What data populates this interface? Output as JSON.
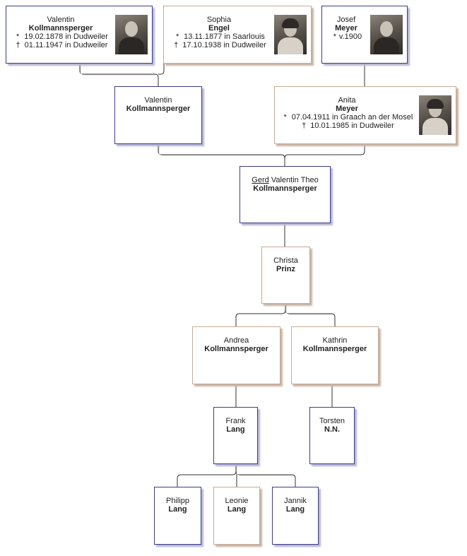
{
  "diagram": {
    "type": "family-tree-ancestors-descendants",
    "colors": {
      "male_border": "#3c3c8c",
      "female_border": "#c8aa96",
      "connector": "#333333"
    }
  },
  "persons": {
    "valentin_sr": {
      "first": "Valentin",
      "last": "Kollmannsperger",
      "sex": "male",
      "birth": "19.02.1878 in Dudweiler",
      "death": "01.11.1947 in Dudweiler",
      "photo": "portrait-photo"
    },
    "sophia": {
      "first": "Sophia",
      "last": "Engel",
      "sex": "female",
      "birth": "13.11.1877 in Saarlouis",
      "death": "17.10.1938 in Dudweiler",
      "photo": "portrait-photo"
    },
    "josef": {
      "first": "Josef",
      "last": "Meyer",
      "sex": "male",
      "birth": "v.1900",
      "photo": "portrait-photo"
    },
    "valentin_jr": {
      "first": "Valentin",
      "last": "Kollmannsperger",
      "sex": "male"
    },
    "anita": {
      "first": "Anita",
      "last": "Meyer",
      "sex": "female",
      "birth": "07.04.1911 in Graach an der Mosel",
      "death": "10.01.1985 in Dudweiler",
      "photo": "portrait-photo"
    },
    "gerd": {
      "first_called": "Gerd",
      "first_rest": " Valentin Theo",
      "last": "Kollmannsperger",
      "sex": "male"
    },
    "christa": {
      "first": "Christa",
      "last": "Prinz",
      "sex": "female"
    },
    "andrea": {
      "first": "Andrea",
      "last": "Kollmannsperger",
      "sex": "female"
    },
    "kathrin": {
      "first": "Kathrin",
      "last": "Kollmannsperger",
      "sex": "female"
    },
    "frank": {
      "first": "Frank",
      "last": "Lang",
      "sex": "male"
    },
    "torsten": {
      "first": "Torsten",
      "last": "N.N.",
      "sex": "male"
    },
    "philipp": {
      "first": "Philipp",
      "last": "Lang",
      "sex": "male"
    },
    "leonie": {
      "first": "Leonie",
      "last": "Lang",
      "sex": "female"
    },
    "jannik": {
      "first": "Jannik",
      "last": "Lang",
      "sex": "male"
    }
  },
  "symbols": {
    "birth": "*",
    "death": "†"
  },
  "relations": [
    {
      "parents": [
        "valentin_sr",
        "sophia"
      ],
      "child": "valentin_jr"
    },
    {
      "parents": [
        "josef"
      ],
      "child": "anita"
    },
    {
      "parents": [
        "valentin_jr",
        "anita"
      ],
      "child": "gerd"
    },
    {
      "parents": [
        "gerd"
      ],
      "child": "christa"
    },
    {
      "parents": [
        "christa"
      ],
      "children": [
        "andrea",
        "kathrin"
      ]
    },
    {
      "parents": [
        "andrea"
      ],
      "child": "frank"
    },
    {
      "parents": [
        "kathrin"
      ],
      "child": "torsten"
    },
    {
      "parents": [
        "frank"
      ],
      "children": [
        "philipp",
        "leonie",
        "jannik"
      ]
    }
  ]
}
